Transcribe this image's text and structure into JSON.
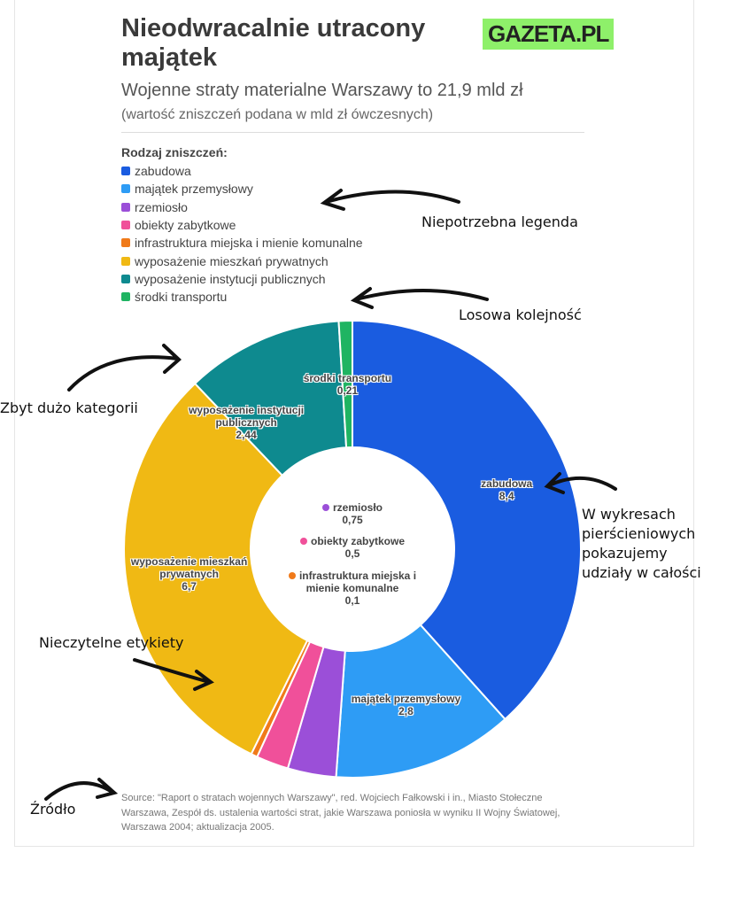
{
  "header": {
    "title": "Nieodwracalnie utracony majątek",
    "logo": "GAZETA.PL",
    "subtitle": "Wojenne straty materialne Warszawy to 21,9 mld zł",
    "note": "(wartość zniszczeń podana w mld zł ówczesnych)"
  },
  "legend": {
    "title": "Rodzaj zniszczeń:"
  },
  "chart_data": {
    "type": "pie",
    "variant": "donut",
    "unit": "mld zł",
    "categories": [
      "zabudowa",
      "majątek przemysłowy",
      "rzemiosło",
      "obiekty zabytkowe",
      "infrastruktura miejska i mienie komunalne",
      "wyposażenie mieszkań prywatnych",
      "wyposażenie instytucji publicznych",
      "środki transportu"
    ],
    "values": [
      8.4,
      2.8,
      0.75,
      0.5,
      0.1,
      6.7,
      2.44,
      0.21
    ],
    "value_labels": [
      "8,4",
      "2,8",
      "0,75",
      "0,5",
      "0,1",
      "6,7",
      "2,44",
      "0,21"
    ],
    "colors": [
      "#1a5ce0",
      "#2e9cf5",
      "#9b4fd8",
      "#f0509a",
      "#f07a1a",
      "#f0b914",
      "#0e8a8f",
      "#1fb462"
    ]
  },
  "source": "Source: \"Raport o stratach wojennych Warszawy\", red. Wojciech Fałkowski i in., Miasto Stołeczne Warszawa, Zespół ds. ustalenia wartości strat, jakie Warszawa poniosła w wyniku II Wojny Światowej, Warszawa 2004; aktualizacja 2005.",
  "annotations": {
    "legend": "Niepotrzebna legenda",
    "order": "Losowa kolejność",
    "categories": "Zbyt dużo kategorii",
    "whole": "W wykresach pierścieniowych pokazujemy udziały w całości",
    "labels": "Nieczytelne etykiety",
    "source": "Źródło"
  }
}
